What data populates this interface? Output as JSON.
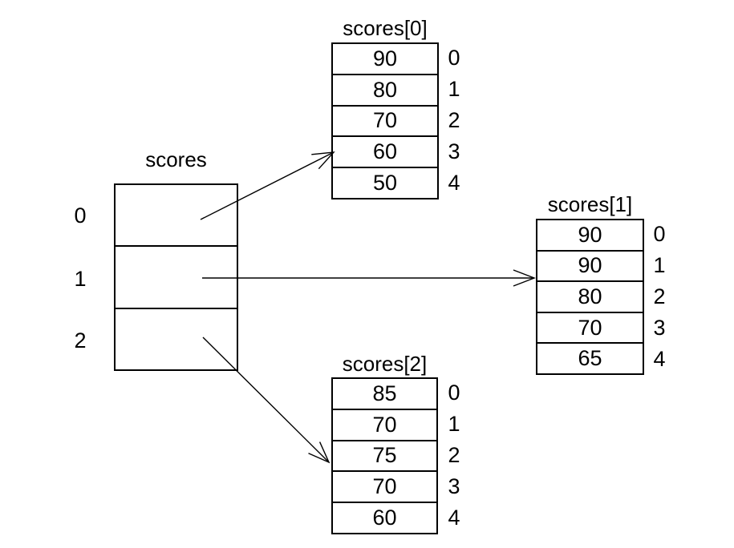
{
  "canvas": {
    "background": "#ffffff",
    "line_color": "#000000",
    "text_color": "#000000"
  },
  "main_array": {
    "title": "scores",
    "indices": [
      "0",
      "1",
      "2"
    ]
  },
  "sub_arrays": [
    {
      "title": "scores[0]",
      "values": [
        "90",
        "80",
        "70",
        "60",
        "50"
      ],
      "indices": [
        "0",
        "1",
        "2",
        "3",
        "4"
      ]
    },
    {
      "title": "scores[1]",
      "values": [
        "90",
        "90",
        "80",
        "70",
        "65"
      ],
      "indices": [
        "0",
        "1",
        "2",
        "3",
        "4"
      ]
    },
    {
      "title": "scores[2]",
      "values": [
        "85",
        "70",
        "75",
        "70",
        "60"
      ],
      "indices": [
        "0",
        "1",
        "2",
        "3",
        "4"
      ]
    }
  ],
  "references": [
    {
      "from_index": "0",
      "to": "scores[0]"
    },
    {
      "from_index": "1",
      "to": "scores[1]"
    },
    {
      "from_index": "2",
      "to": "scores[2]"
    }
  ]
}
